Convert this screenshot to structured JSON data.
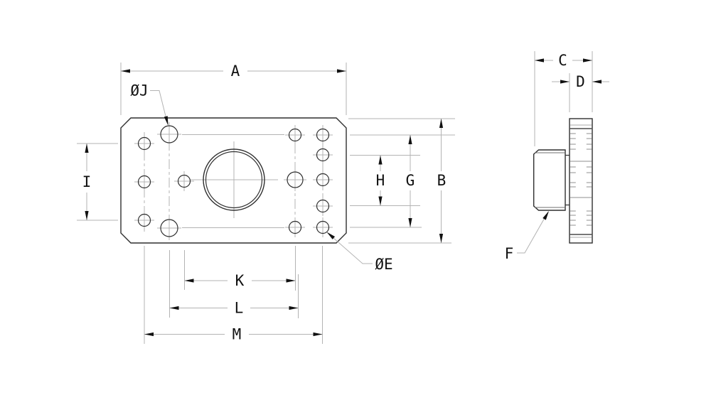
{
  "drawing": {
    "kind": "mechanical-part-dimension-drawing",
    "views": {
      "front": {
        "dimension_labels": [
          "A",
          "B",
          "G",
          "H",
          "I",
          "K",
          "L",
          "M"
        ],
        "hole_callouts": [
          "ØJ",
          "ØE"
        ]
      },
      "side": {
        "dimension_labels": [
          "C",
          "D"
        ],
        "feature_callouts": [
          "F"
        ]
      }
    }
  },
  "labels": {
    "dim_a": "A",
    "dim_b": "B",
    "dim_c": "C",
    "dim_d": "D",
    "callout_e": "ØE",
    "callout_f": "F",
    "dim_g": "G",
    "dim_h": "H",
    "dim_i": "I",
    "callout_j": "ØJ",
    "dim_k": "K",
    "dim_l": "L",
    "dim_m": "M"
  },
  "colors": {
    "background": "#ffffff",
    "part_outline": "#2f2f2f",
    "dimension_line": "#b3b3b3",
    "hidden_line": "#8f8f8f",
    "text": "#111111",
    "arrow": "#111111"
  }
}
